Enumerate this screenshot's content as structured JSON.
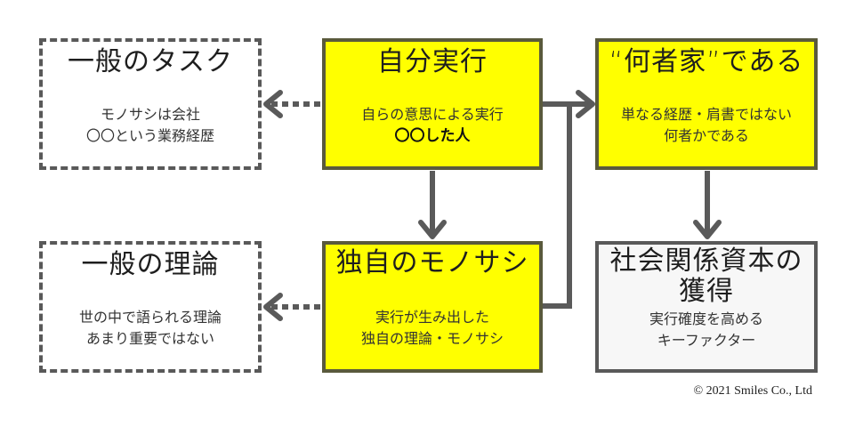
{
  "diagram": {
    "nodes": {
      "general_task": {
        "title": "一般のタスク",
        "lines": [
          "モノサシは会社",
          "〇〇という業務経歴"
        ],
        "style": "dashed"
      },
      "self_execution": {
        "title": "自分実行",
        "lines": [
          "自らの意思による実行",
          "〇〇した人"
        ],
        "style": "yellow"
      },
      "nanimonoka": {
        "title": "“何者家”である",
        "lines": [
          "単なる経歴・肩書ではない",
          "何者かである"
        ],
        "style": "yellow"
      },
      "general_theory": {
        "title": "一般の理論",
        "lines": [
          "世の中で語られる理論",
          "あまり重要ではない"
        ],
        "style": "dashed"
      },
      "own_measure": {
        "title": "独自のモノサシ",
        "lines": [
          "実行が生み出した",
          "独自の理論・モノサシ"
        ],
        "style": "yellow"
      },
      "social_capital": {
        "title_lines": [
          "社会関係資本の",
          "獲得"
        ],
        "lines": [
          "実行確度を高める",
          "キーファクター"
        ],
        "style": "gray"
      }
    },
    "edges": [
      {
        "from": "self_execution",
        "to": "general_task",
        "style": "dotted"
      },
      {
        "from": "own_measure",
        "to": "general_theory",
        "style": "dotted"
      },
      {
        "from": "self_execution",
        "to": "nanimonoka",
        "style": "solid"
      },
      {
        "from": "own_measure",
        "to": "nanimonoka",
        "style": "solid"
      },
      {
        "from": "self_execution",
        "to": "own_measure",
        "style": "solid"
      },
      {
        "from": "nanimonoka",
        "to": "social_capital",
        "style": "solid"
      }
    ],
    "colors": {
      "highlight": "#ffff00",
      "border": "#595959",
      "arrow": "#595959"
    }
  },
  "footer": {
    "copyright": "© 2021   Smiles  Co., Ltd"
  }
}
